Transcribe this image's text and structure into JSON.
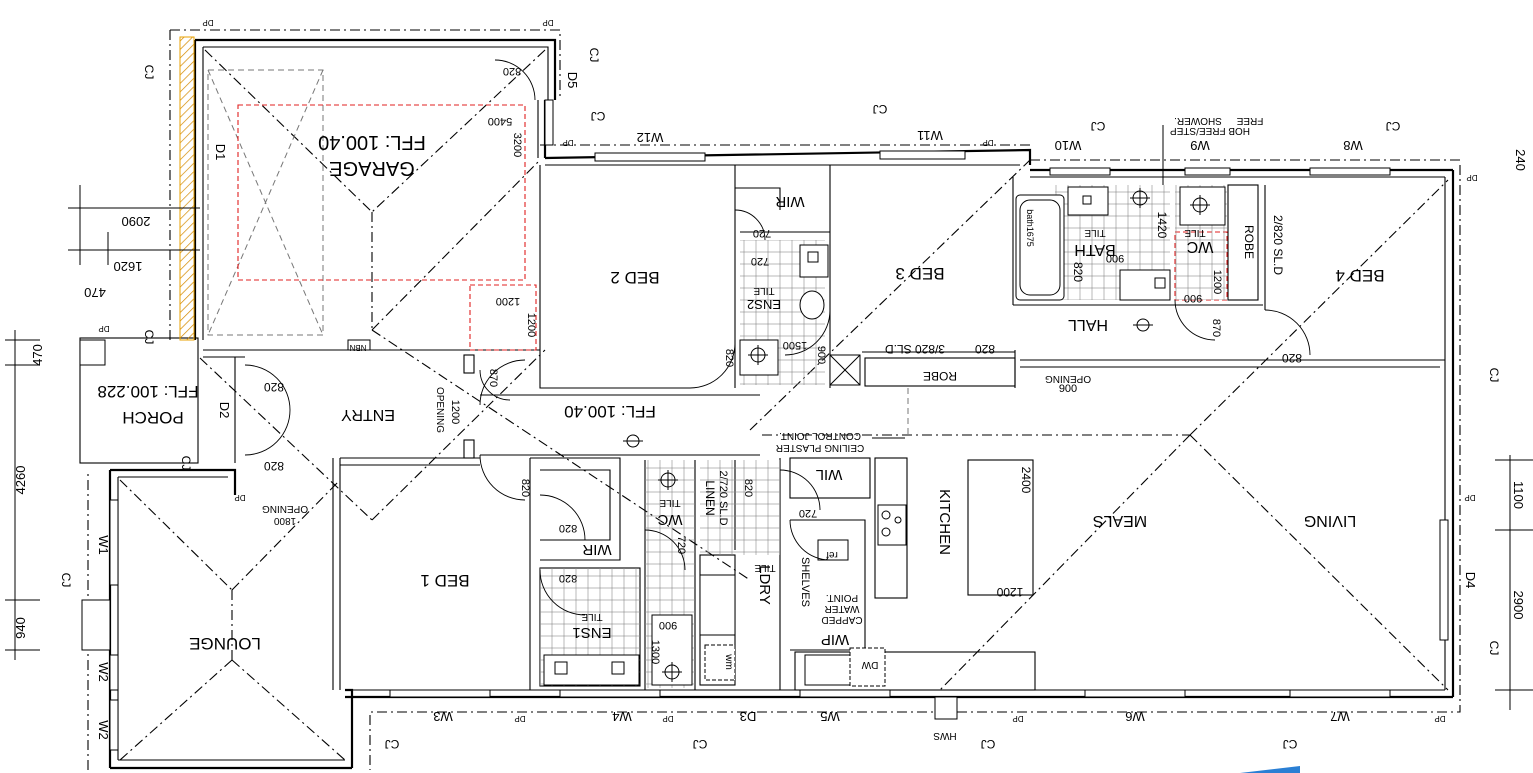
{
  "plan": {
    "rooms": {
      "garage": "GARAGE",
      "bed2": "BED 2",
      "bed3": "BED 3",
      "bed4": "BED 4",
      "bed1": "BED 1",
      "bath": "BATH",
      "wc_upper": "WC",
      "wc_lower": "WC",
      "hall": "HALL",
      "robe_upper": "ROBE",
      "robe_mid": "ROBE",
      "entry": "ENTRY",
      "porch": "PORCH",
      "lounge": "LOUNGE",
      "ens1": "ENS1",
      "ens2": "ENS2",
      "wir_bed2": "WIR",
      "wir_bed1": "WIR",
      "wil": "WIL",
      "ldry": "LDRY",
      "linen": "LINEN",
      "wip": "WIP",
      "kitchen": "KITCHEN",
      "meals": "MEALS",
      "living": "LIVING",
      "shelves": "SHELVES"
    },
    "levels": {
      "garage_ffl": "FFL: 100.40",
      "house_ffl": "FFL: 100.40",
      "porch_ffl": "FFL: 100.228"
    },
    "windows": [
      "W12",
      "W11",
      "W10",
      "W9",
      "W8",
      "W3",
      "W4",
      "W5",
      "W6",
      "W7",
      "W1",
      "W2",
      "W2"
    ],
    "doors": [
      "D1",
      "D2",
      "D3",
      "D4",
      "D5"
    ],
    "notes": {
      "hob_free_1": "HOB FREE/STEP",
      "hob_free_2": "FREE",
      "shower": "SHOWER.",
      "ceiling_joint_1": "CEILING PLASTER",
      "ceiling_joint_2": "CONTROL JOINT.",
      "capped_1": "CAPPED",
      "capped_2": "WATER",
      "capped_3": "POINT.",
      "opening": "OPENING",
      "sld_bed4": "2/820 SL.D",
      "sld_bed3": "3/820 SL.D",
      "sld_ldry": "2/720 SL.D",
      "bath_size": "bath1675",
      "tile": "TILE",
      "hws": "HWS",
      "dw": "DW",
      "ref": "ref",
      "wm": "wm",
      "nbn": "NBN",
      "dp": "DP"
    },
    "dimensions": {
      "garage_5400": "5400",
      "garage_3200": "3200",
      "d_1200a": "1200",
      "d_1200b": "1200",
      "d_820_garage": "820",
      "left_2090": "2090",
      "left_1620": "1620",
      "left_470a": "470",
      "left_470b": "470",
      "left_4260": "4260",
      "left_940": "940",
      "right_240": "240",
      "right_1100": "1100",
      "right_2900": "2900",
      "wir_720": "720",
      "ens2_720": "720",
      "ens2_1500": "1500",
      "ens2_900": "900",
      "bed2_820": "820",
      "bed3_820": "820",
      "bath_1420": "1420",
      "bath_900": "900",
      "bath_820": "820",
      "wc_1200": "1200",
      "wc_900": "900",
      "wc_870": "870",
      "bed4_820": "820",
      "opening_900": "900",
      "entry_820a": "820",
      "entry_820b": "820",
      "entry_870": "870",
      "entry_1200": "1200",
      "porch_opening_1800": "1800",
      "bed1_820": "820",
      "wir1_820": "820",
      "ens1_820": "820",
      "ens1_900": "900",
      "ens1_1300": "1300",
      "wc_720": "720",
      "ldry_820": "820",
      "wil_720": "720",
      "island_2400": "2400",
      "island_1200": "1200"
    },
    "gridmarks": [
      "CJ",
      "CJ",
      "CJ",
      "CJ",
      "CJ",
      "CJ",
      "CJ",
      "CJ",
      "CJ",
      "CJ",
      "CJ",
      "CJ",
      "CJ",
      "CJ",
      "CJ"
    ]
  }
}
